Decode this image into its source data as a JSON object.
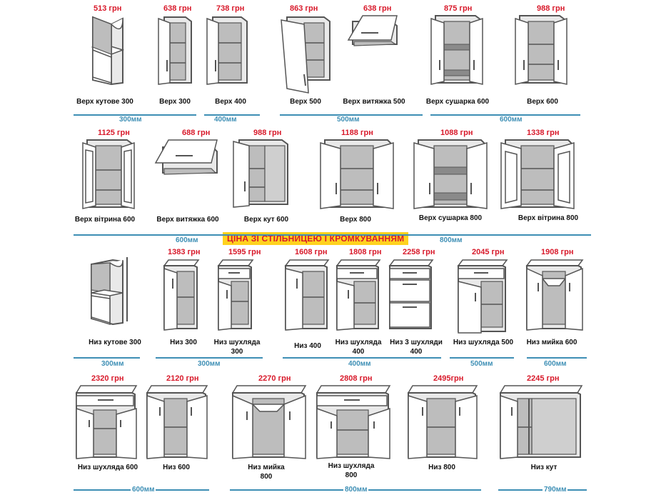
{
  "banner": "ЦІНА ЗІ СТІЛЬНИЦЕЮ І КРОМКУВАННЯМ",
  "items": [
    {
      "id": "verh-kutove-300",
      "price": "513 грн",
      "label": "Верх  кутове 300"
    },
    {
      "id": "verh-300",
      "price": "638 грн",
      "label": "Верх  300"
    },
    {
      "id": "verh-400",
      "price": "738 грн",
      "label": "Верх  400"
    },
    {
      "id": "verh-500",
      "price": "863 грн",
      "label": "Верх  500"
    },
    {
      "id": "verh-vytyazhka-500",
      "price": "638 грн",
      "label": "Верх витяжка  500"
    },
    {
      "id": "verh-sushka-600",
      "price": "875 грн",
      "label": "Верх  сушарка 600"
    },
    {
      "id": "verh-600",
      "price": "988 грн",
      "label": "Верх  600"
    },
    {
      "id": "verh-vitryna-600",
      "price": "1125 грн",
      "label": "Верх  вітрина 600"
    },
    {
      "id": "verh-vytyazhka-600",
      "price": "688 грн",
      "label": "Верх  витяжка 600"
    },
    {
      "id": "verh-kut-600",
      "price": "988 грн",
      "label": "Верх  кут 600"
    },
    {
      "id": "verh-800",
      "price": "1188 грн",
      "label": "Верх 800"
    },
    {
      "id": "verh-sushka-800",
      "price": "1088 грн",
      "label": "Верх сушарка 800"
    },
    {
      "id": "verh-vitryna-800",
      "price": "1338 грн",
      "label": "Верх вітрина 800"
    },
    {
      "id": "nyz-kutove-300",
      "price": "",
      "label": "Низ кутове 300"
    },
    {
      "id": "nyz-300",
      "price": "1383 грн",
      "label": "Низ  300"
    },
    {
      "id": "nyz-shukhlyada-300",
      "price": "1595 грн",
      "label": "Низ  шухляда 300"
    },
    {
      "id": "nyz-400",
      "price": "1608 грн",
      "label": "Низ  400"
    },
    {
      "id": "nyz-shukhlyada-400",
      "price": "1808 грн",
      "label": "Низ  шухляда 400"
    },
    {
      "id": "nyz-3-shukhlyady-400",
      "price": "2258 грн",
      "label": "Низ  3 шухляди 400"
    },
    {
      "id": "nyz-shukhlyada-500",
      "price": "2045 грн",
      "label": "Низ  шухляда 500"
    },
    {
      "id": "nyz-myika-600",
      "price": "1908 грн",
      "label": "Низ  мийка 600"
    },
    {
      "id": "nyz-shukhlyada-600",
      "price": "2320 грн",
      "label": "Низ  шухляда 600"
    },
    {
      "id": "nyz-600",
      "price": "2120 грн",
      "label": "Низ  600"
    },
    {
      "id": "nyz-myika-800",
      "price": "2270 грн",
      "label": "Низ  мийка 800"
    },
    {
      "id": "nyz-shukhlyada-800",
      "price": "2808 грн",
      "label": "Низ  шухляда 800"
    },
    {
      "id": "nyz-800",
      "price": "2495грн",
      "label": "Низ  800"
    },
    {
      "id": "nyz-kut",
      "price": "2245 грн",
      "label": "Низ  кут"
    }
  ],
  "dims": {
    "r1a": "300мм",
    "r1b": "400мм",
    "r1c": "500мм",
    "r1d": "600мм",
    "r2a": "600мм",
    "r2b": "800мм",
    "r3a": "300мм",
    "r3b": "300мм",
    "r3c": "400мм",
    "r3d": "500мм",
    "r3e": "600мм",
    "r4a": "600мм",
    "r4b": "800мм",
    "r4c": "790мм"
  }
}
